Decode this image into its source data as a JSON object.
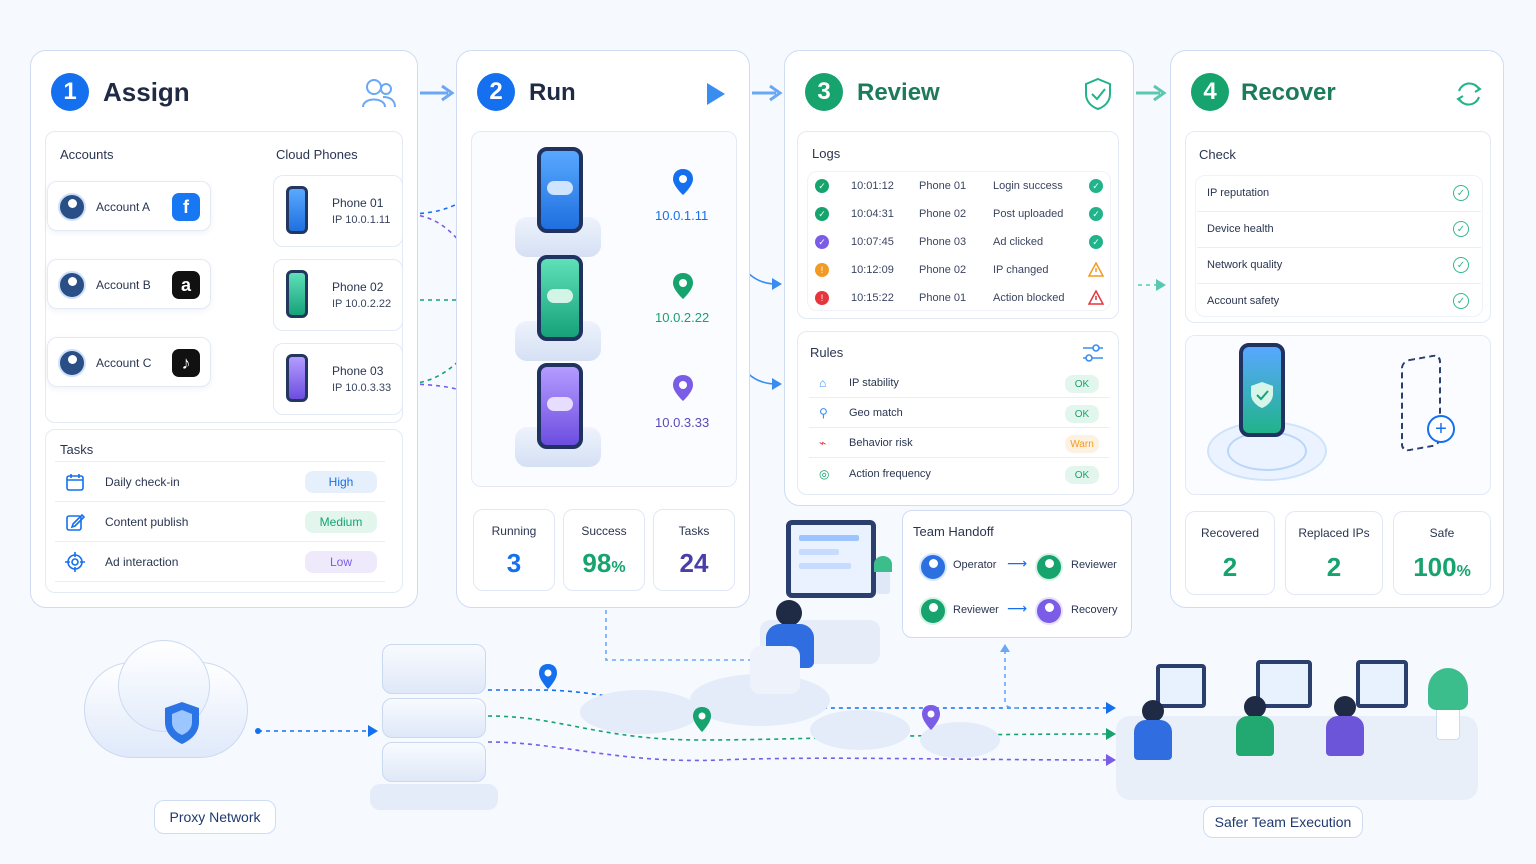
{
  "colors": {
    "blue": "#1570ef",
    "green": "#16a36e",
    "purple": "#7a5ce6",
    "teal": "#21b38a",
    "orange": "#f29b24",
    "red": "#e5363d"
  },
  "steps": [
    {
      "num": "1",
      "title": "Assign"
    },
    {
      "num": "2",
      "title": "Run"
    },
    {
      "num": "3",
      "title": "Review"
    },
    {
      "num": "4",
      "title": "Recover"
    }
  ],
  "assign": {
    "accounts_header": "Accounts",
    "phones_header": "Cloud Phones",
    "accounts": [
      {
        "name": "Account A",
        "brand": "f",
        "brand_icon": "facebook-icon"
      },
      {
        "name": "Account B",
        "brand": "a",
        "brand_icon": "amazon-icon"
      },
      {
        "name": "Account C",
        "brand": "♪",
        "brand_icon": "tiktok-icon"
      }
    ],
    "phones": [
      {
        "name": "Phone 01",
        "ip": "IP 10.0.1.11"
      },
      {
        "name": "Phone 02",
        "ip": "IP 10.0.2.22"
      },
      {
        "name": "Phone 03",
        "ip": "IP 10.0.3.33"
      }
    ],
    "tasks_header": "Tasks",
    "tasks": [
      {
        "name": "Daily check-in",
        "priority": "High",
        "icon": "calendar-icon"
      },
      {
        "name": "Content publish",
        "priority": "Medium",
        "icon": "edit-icon"
      },
      {
        "name": "Ad interaction",
        "priority": "Low",
        "icon": "target-icon"
      }
    ]
  },
  "run": {
    "ips": [
      "10.0.1.11",
      "10.0.2.22",
      "10.0.3.33"
    ],
    "stats": [
      {
        "label": "Running",
        "value": "3"
      },
      {
        "label": "Success",
        "value": "98",
        "unit": "%"
      },
      {
        "label": "Tasks",
        "value": "24"
      }
    ]
  },
  "review": {
    "logs_header": "Logs",
    "logs": [
      {
        "time": "10:01:12",
        "phone": "Phone 01",
        "event": "Login success",
        "status": "ok"
      },
      {
        "time": "10:04:31",
        "phone": "Phone 02",
        "event": "Post uploaded",
        "status": "ok"
      },
      {
        "time": "10:07:45",
        "phone": "Phone 03",
        "event": "Ad clicked",
        "status": "ok"
      },
      {
        "time": "10:12:09",
        "phone": "Phone 02",
        "event": "IP changed",
        "status": "warn"
      },
      {
        "time": "10:15:22",
        "phone": "Phone 01",
        "event": "Action blocked",
        "status": "error"
      }
    ],
    "rules_header": "Rules",
    "rules": [
      {
        "name": "IP stability",
        "state": "OK"
      },
      {
        "name": "Geo match",
        "state": "OK"
      },
      {
        "name": "Behavior risk",
        "state": "Warn"
      },
      {
        "name": "Action frequency",
        "state": "OK"
      }
    ],
    "handoff_header": "Team Handoff",
    "handoffs": [
      {
        "from": "Operator",
        "to": "Reviewer"
      },
      {
        "from": "Reviewer",
        "to": "Recovery"
      }
    ]
  },
  "recover": {
    "check_header": "Check",
    "checks": [
      "IP reputation",
      "Device health",
      "Network quality",
      "Account safety"
    ],
    "stats": [
      {
        "label": "Recovered",
        "value": "2"
      },
      {
        "label": "Replaced IPs",
        "value": "2"
      },
      {
        "label": "Safe",
        "value": "100",
        "unit": "%"
      }
    ]
  },
  "bottom": {
    "proxy_label": "Proxy Network",
    "team_label": "Safer Team Execution"
  }
}
